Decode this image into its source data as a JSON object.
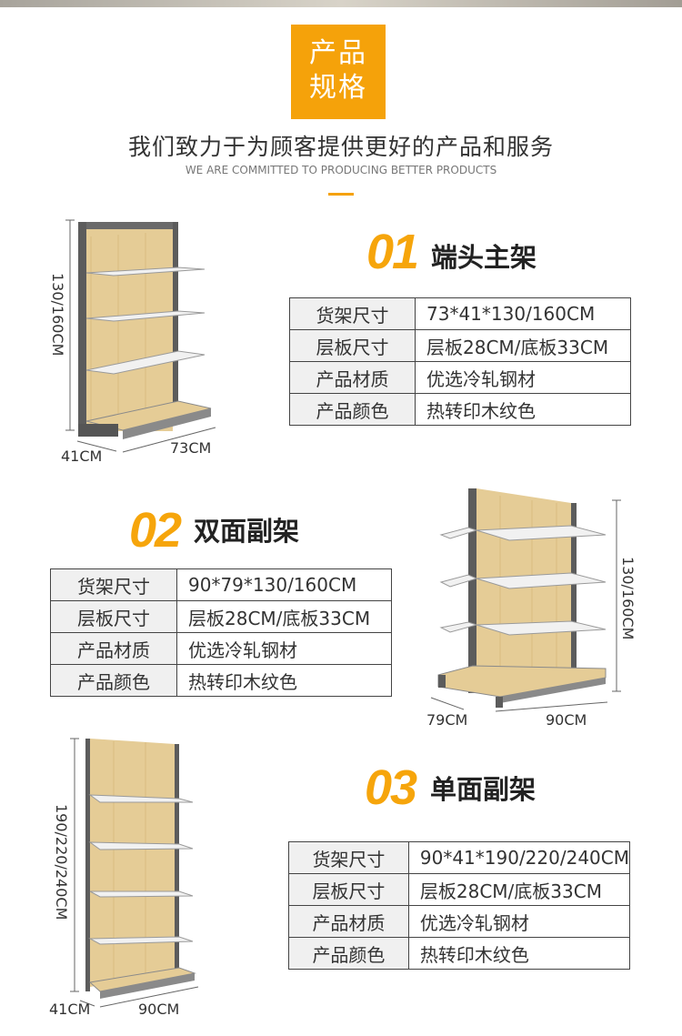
{
  "header": {
    "badge_line1": "产品",
    "badge_line2": "规格",
    "subtitle": "我们致力于为顾客提供更好的产品和服务",
    "subtitle_en": "WE ARE COMMITTED TO PRODUCING BETTER PRODUCTS"
  },
  "colors": {
    "accent": "#f5a20a",
    "wood": "#e5cc96",
    "frame": "#5c5c5c"
  },
  "products": [
    {
      "number": "01",
      "name": "端头主架",
      "specs": [
        {
          "key": "货架尺寸",
          "value": "73*41*130/160CM"
        },
        {
          "key": "层板尺寸",
          "value": "层板28CM/底板33CM"
        },
        {
          "key": "产品材质",
          "value": "优选冷轧钢材"
        },
        {
          "key": "产品颜色",
          "value": "热转印木纹色"
        }
      ],
      "dims": {
        "height": "130/160CM",
        "depth": "41CM",
        "width": "73CM"
      }
    },
    {
      "number": "02",
      "name": "双面副架",
      "specs": [
        {
          "key": "货架尺寸",
          "value": "90*79*130/160CM"
        },
        {
          "key": "层板尺寸",
          "value": "层板28CM/底板33CM"
        },
        {
          "key": "产品材质",
          "value": "优选冷轧钢材"
        },
        {
          "key": "产品颜色",
          "value": "热转印木纹色"
        }
      ],
      "dims": {
        "height": "130/160CM",
        "depth": "79CM",
        "width": "90CM"
      }
    },
    {
      "number": "03",
      "name": "单面副架",
      "specs": [
        {
          "key": "货架尺寸",
          "value": "90*41*190/220/240CM"
        },
        {
          "key": "层板尺寸",
          "value": "层板28CM/底板33CM"
        },
        {
          "key": "产品材质",
          "value": "优选冷轧钢材"
        },
        {
          "key": "产品颜色",
          "value": "热转印木纹色"
        }
      ],
      "dims": {
        "height": "190/220/240CM",
        "depth": "41CM",
        "width": "90CM"
      }
    }
  ]
}
